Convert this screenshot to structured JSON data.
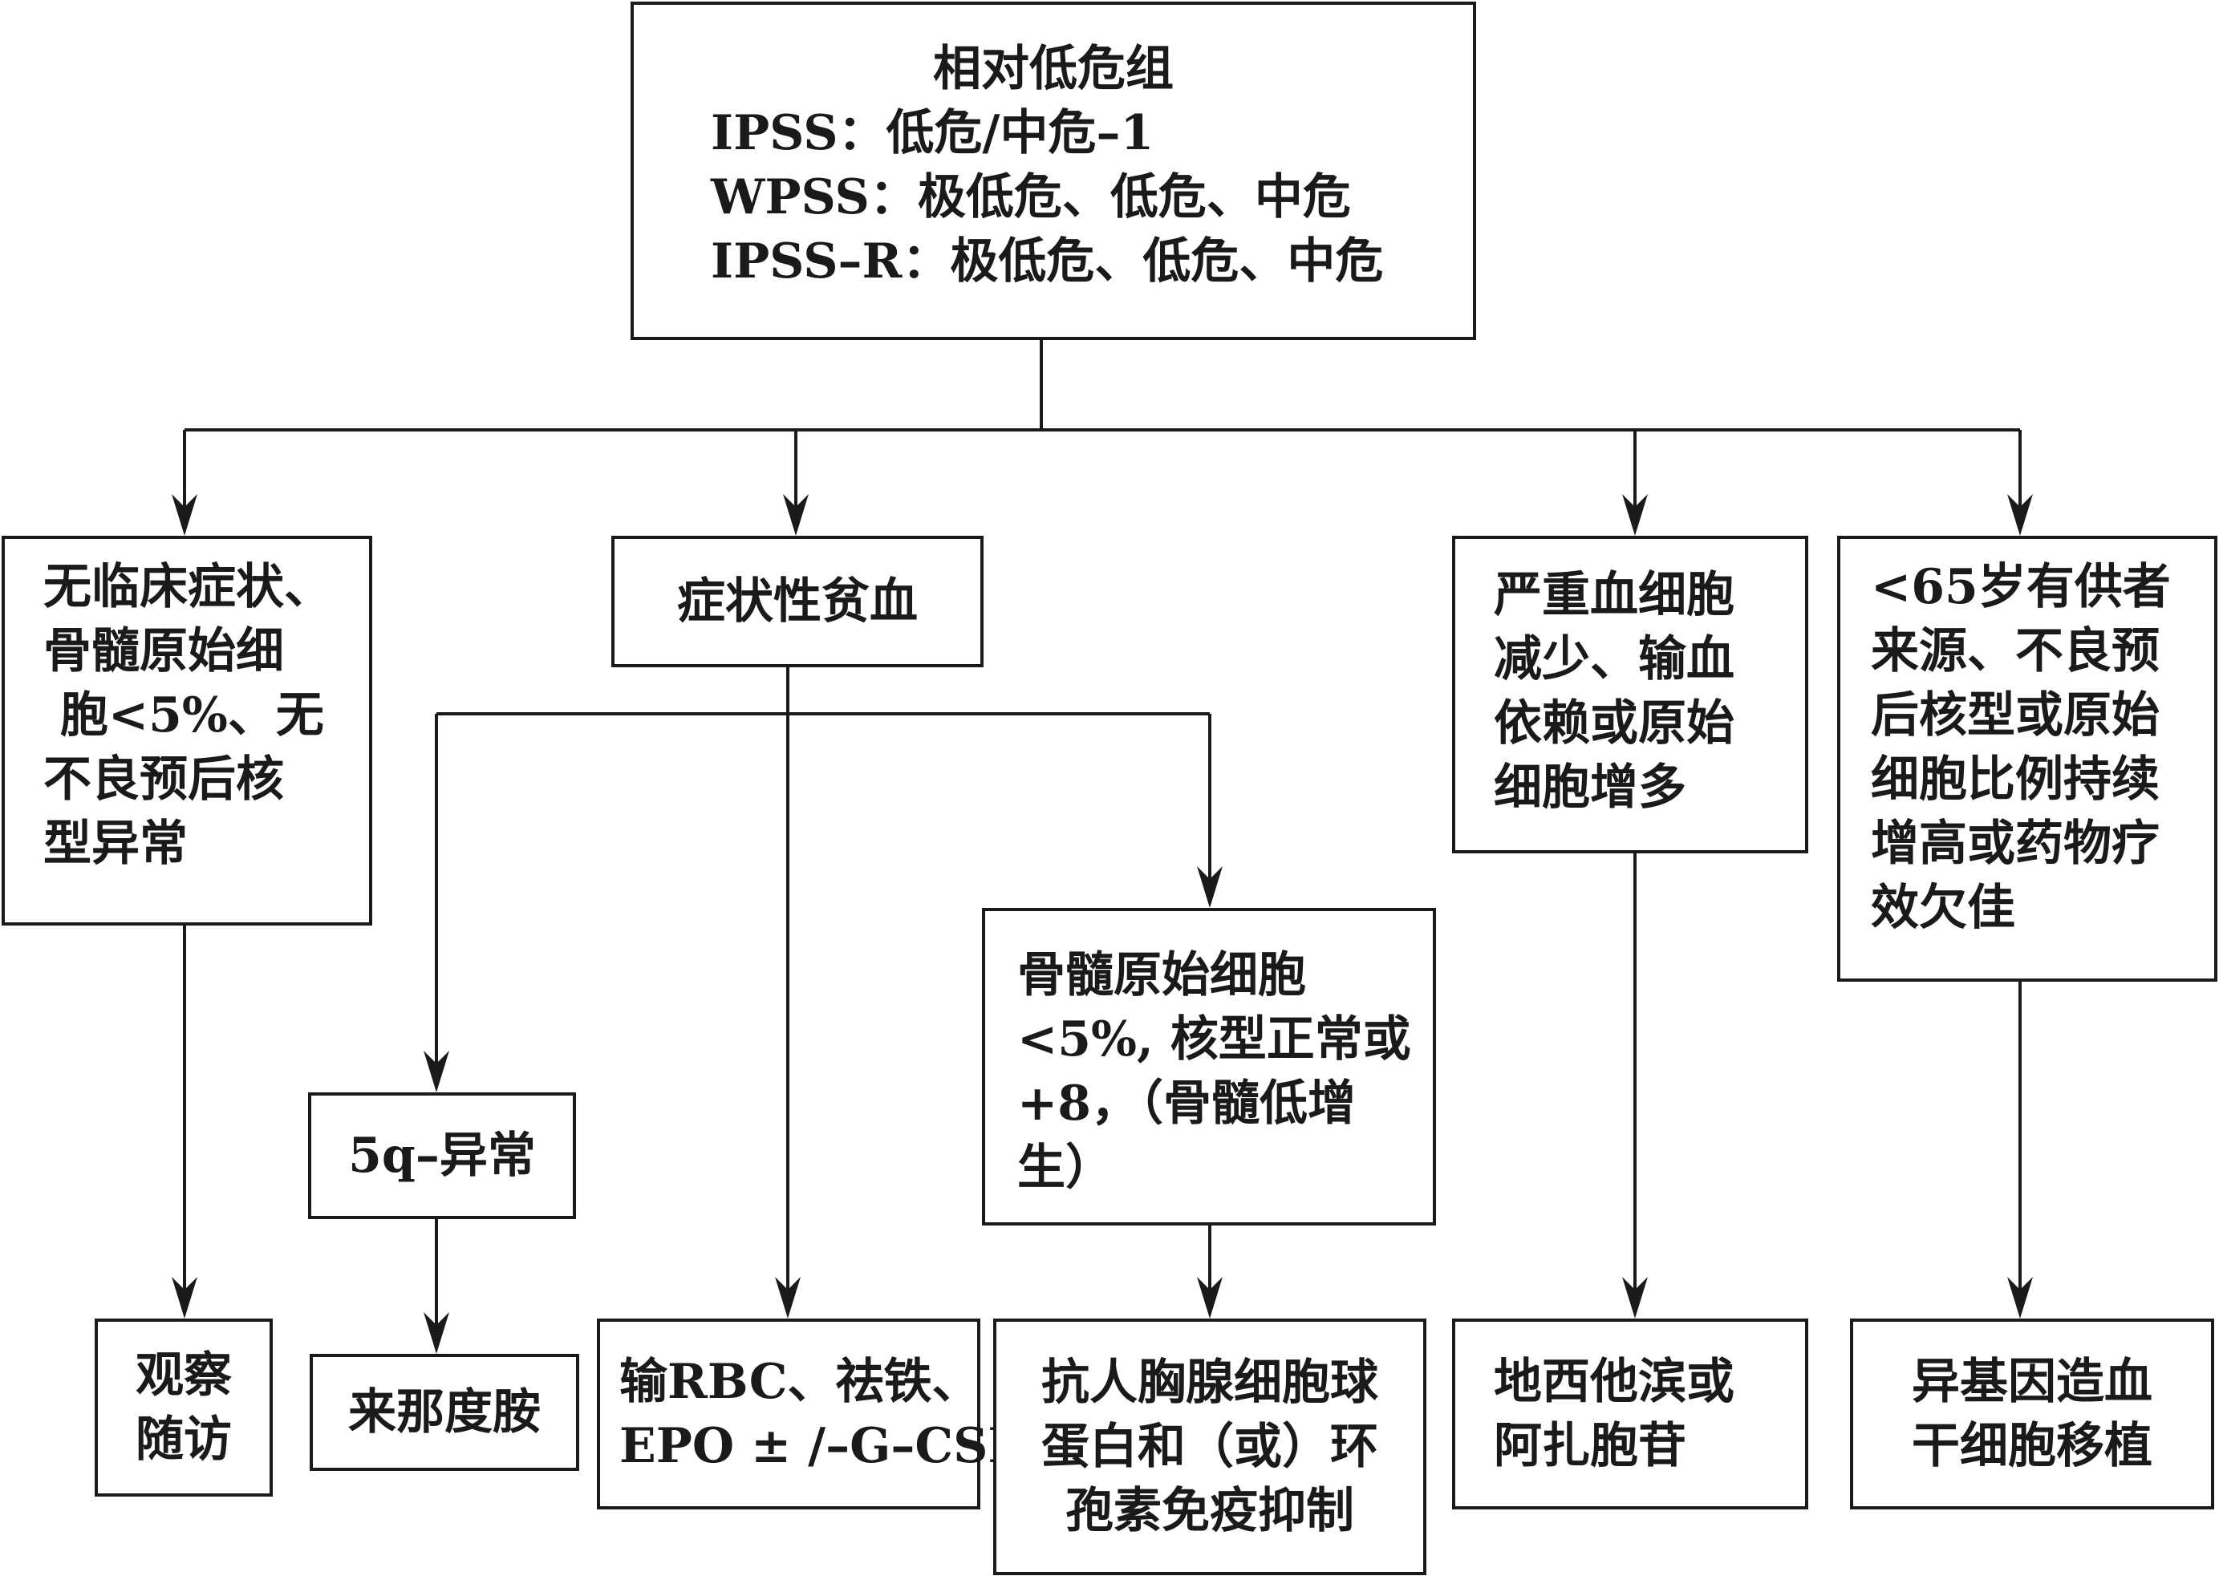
{
  "colors": {
    "stroke": "#1a1a1a",
    "background": "#ffffff"
  },
  "top": {
    "title": "相对低危组",
    "lines": [
      "IPSS：低危/中危–1",
      "WPSS：极低危、低危、中危",
      "IPSS–R：极低危、低危、中危"
    ]
  },
  "branch1": {
    "lines": [
      "无临床症状、",
      "骨髓原始细",
      " 胞<5%、无",
      "不良预后核",
      "型异常"
    ]
  },
  "branch1_result": {
    "lines": [
      "观察",
      "随访"
    ]
  },
  "branch2": {
    "label": "症状性贫血"
  },
  "branch2_5q": {
    "label": "5q–异常"
  },
  "branch2_5q_result": {
    "label": "来那度胺"
  },
  "branch2_general_result": {
    "lines": [
      "输RBC、祛铁、",
      "EPO ± /–G–CSF"
    ]
  },
  "branch2_marrow": {
    "lines": [
      "骨髓原始细胞",
      "<5%, 核型正常或",
      "+8，（骨髓低增",
      "生）"
    ]
  },
  "branch2_marrow_result": {
    "lines": [
      "抗人胸腺细胞球",
      "蛋白和（或）环",
      "孢素免疫抑制"
    ]
  },
  "branch3": {
    "lines": [
      "严重血细胞",
      "减少、输血",
      "依赖或原始",
      "细胞增多"
    ]
  },
  "branch3_result": {
    "lines": [
      "地西他滨或",
      "阿扎胞苷"
    ]
  },
  "branch4": {
    "lines": [
      "<65岁有供者",
      "来源、不良预",
      "后核型或原始",
      "细胞比例持续",
      "增高或药物疗",
      "效欠佳"
    ]
  },
  "branch4_result": {
    "lines": [
      "异基因造血",
      "干细胞移植"
    ]
  }
}
